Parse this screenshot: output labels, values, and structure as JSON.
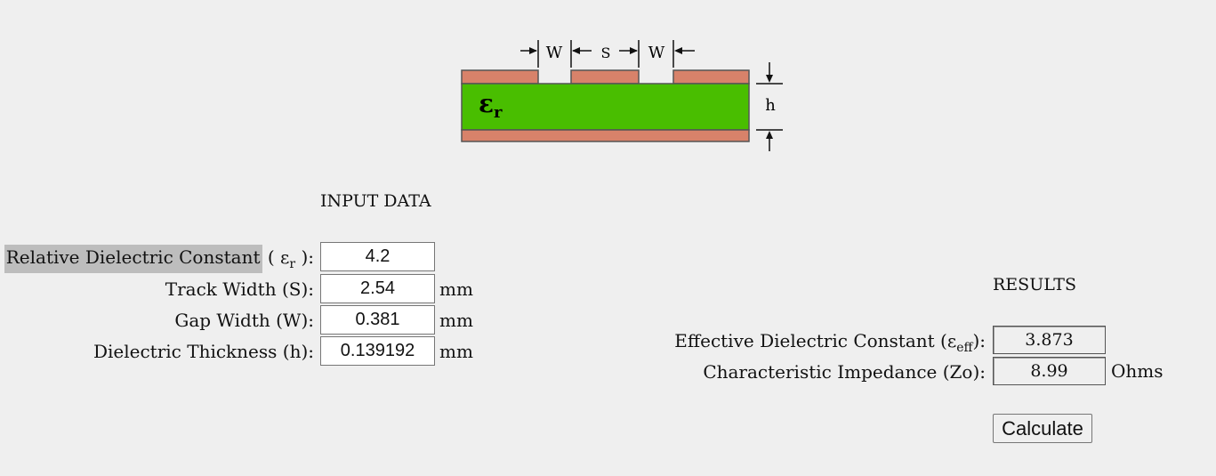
{
  "diagram": {
    "label_w_left": "W",
    "label_s": "S",
    "label_w_right": "W",
    "label_h": "h",
    "label_er": "ε",
    "label_er_sub": "r",
    "colors": {
      "copper": "#d8826a",
      "dielectric": "#49be00",
      "outline": "#555555"
    }
  },
  "input": {
    "heading": "INPUT DATA",
    "fields": [
      {
        "label": "Relative Dielectric Constant",
        "label_suffix_open": " ( ε",
        "label_sub": "r",
        "label_suffix_close": " ):",
        "value": "4.2",
        "unit": ""
      },
      {
        "label": "Track Width (S):",
        "value": "2.54",
        "unit": "mm"
      },
      {
        "label": "Gap Width (W):",
        "value": "0.381",
        "unit": "mm"
      },
      {
        "label": "Dielectric Thickness (h):",
        "value": "0.139192",
        "unit": "mm"
      }
    ]
  },
  "results": {
    "heading": "RESULTS",
    "eff": {
      "label_main": "Effective Dielectric Constant (ε",
      "label_sub": "eff",
      "label_end": "):",
      "value": "3.873"
    },
    "zo": {
      "label": "Characteristic Impedance (Zo):",
      "value": "8.99",
      "unit": "Ohms"
    }
  },
  "calculate_label": "Calculate"
}
